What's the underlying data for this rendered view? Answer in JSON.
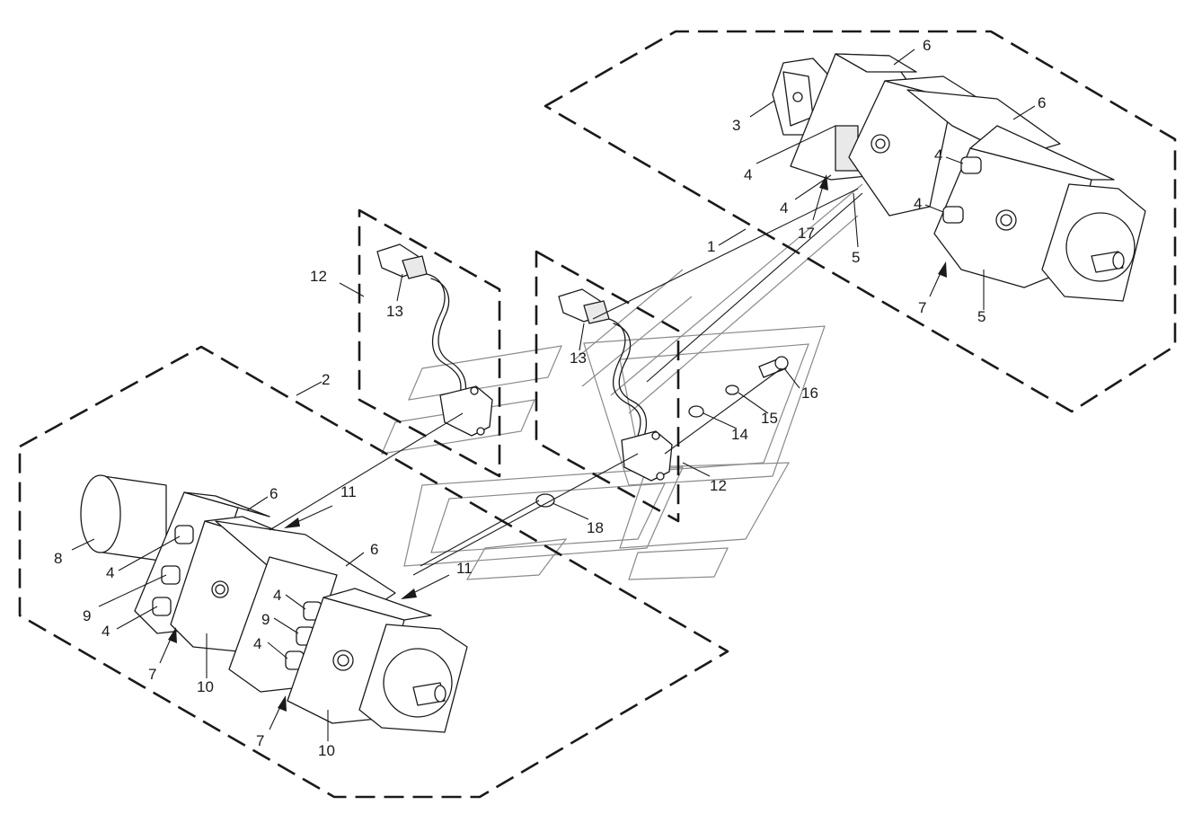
{
  "callouts": {
    "c1": "1",
    "c2": "2",
    "c3": "3",
    "c4a": "4",
    "c4b": "4",
    "c4c": "4",
    "c4d": "4",
    "c4e": "4",
    "c4f": "4",
    "c4g": "4",
    "c4h": "4",
    "c5a": "5",
    "c5b": "5",
    "c6a": "6",
    "c6b": "6",
    "c6c": "6",
    "c6d": "6",
    "c7a": "7",
    "c7b": "7",
    "c7c": "7",
    "c8": "8",
    "c9a": "9",
    "c9b": "9",
    "c10a": "10",
    "c10b": "10",
    "c11a": "11",
    "c11b": "11",
    "c12a": "12",
    "c12b": "12",
    "c13a": "13",
    "c13b": "13",
    "c14": "14",
    "c15": "15",
    "c16": "16",
    "c17": "17",
    "c18": "18"
  },
  "colors": {
    "line": "#1a1a1a",
    "watermark": "#8a8a8a",
    "background": "#ffffff"
  },
  "icons": {
    "watermark": "company-logo-watermark"
  }
}
